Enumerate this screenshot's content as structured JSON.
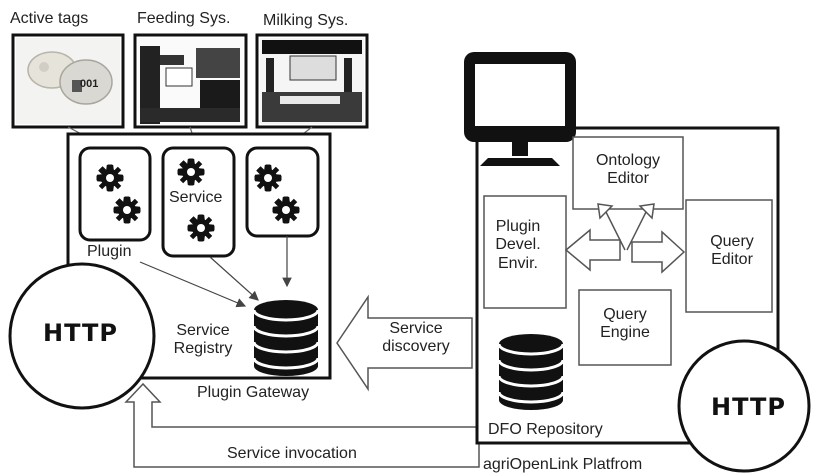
{
  "devices": {
    "active_tags": {
      "label": "Active tags",
      "tag_text": "001"
    },
    "feeding": {
      "label": "Feeding Sys."
    },
    "milking": {
      "label": "Milking Sys."
    }
  },
  "gateway": {
    "plugin_label": "Plugin",
    "service_label": "Service",
    "registry_label": [
      "Service",
      "Registry"
    ],
    "caption": "Plugin Gateway",
    "http_label": "HTTP"
  },
  "platform": {
    "ontology_editor": [
      "Ontology",
      "Editor"
    ],
    "plugin_devel": [
      "Plugin",
      "Devel.",
      "Envir."
    ],
    "query_editor": [
      "Query",
      "Editor"
    ],
    "query_engine": [
      "Query",
      "Engine"
    ],
    "repository_label": "DFO Repository",
    "caption": "agriOpenLink Platfrom",
    "http_label": "HTTP"
  },
  "arrows": {
    "discovery": [
      "Service",
      "discovery"
    ],
    "invocation": "Service invocation"
  }
}
